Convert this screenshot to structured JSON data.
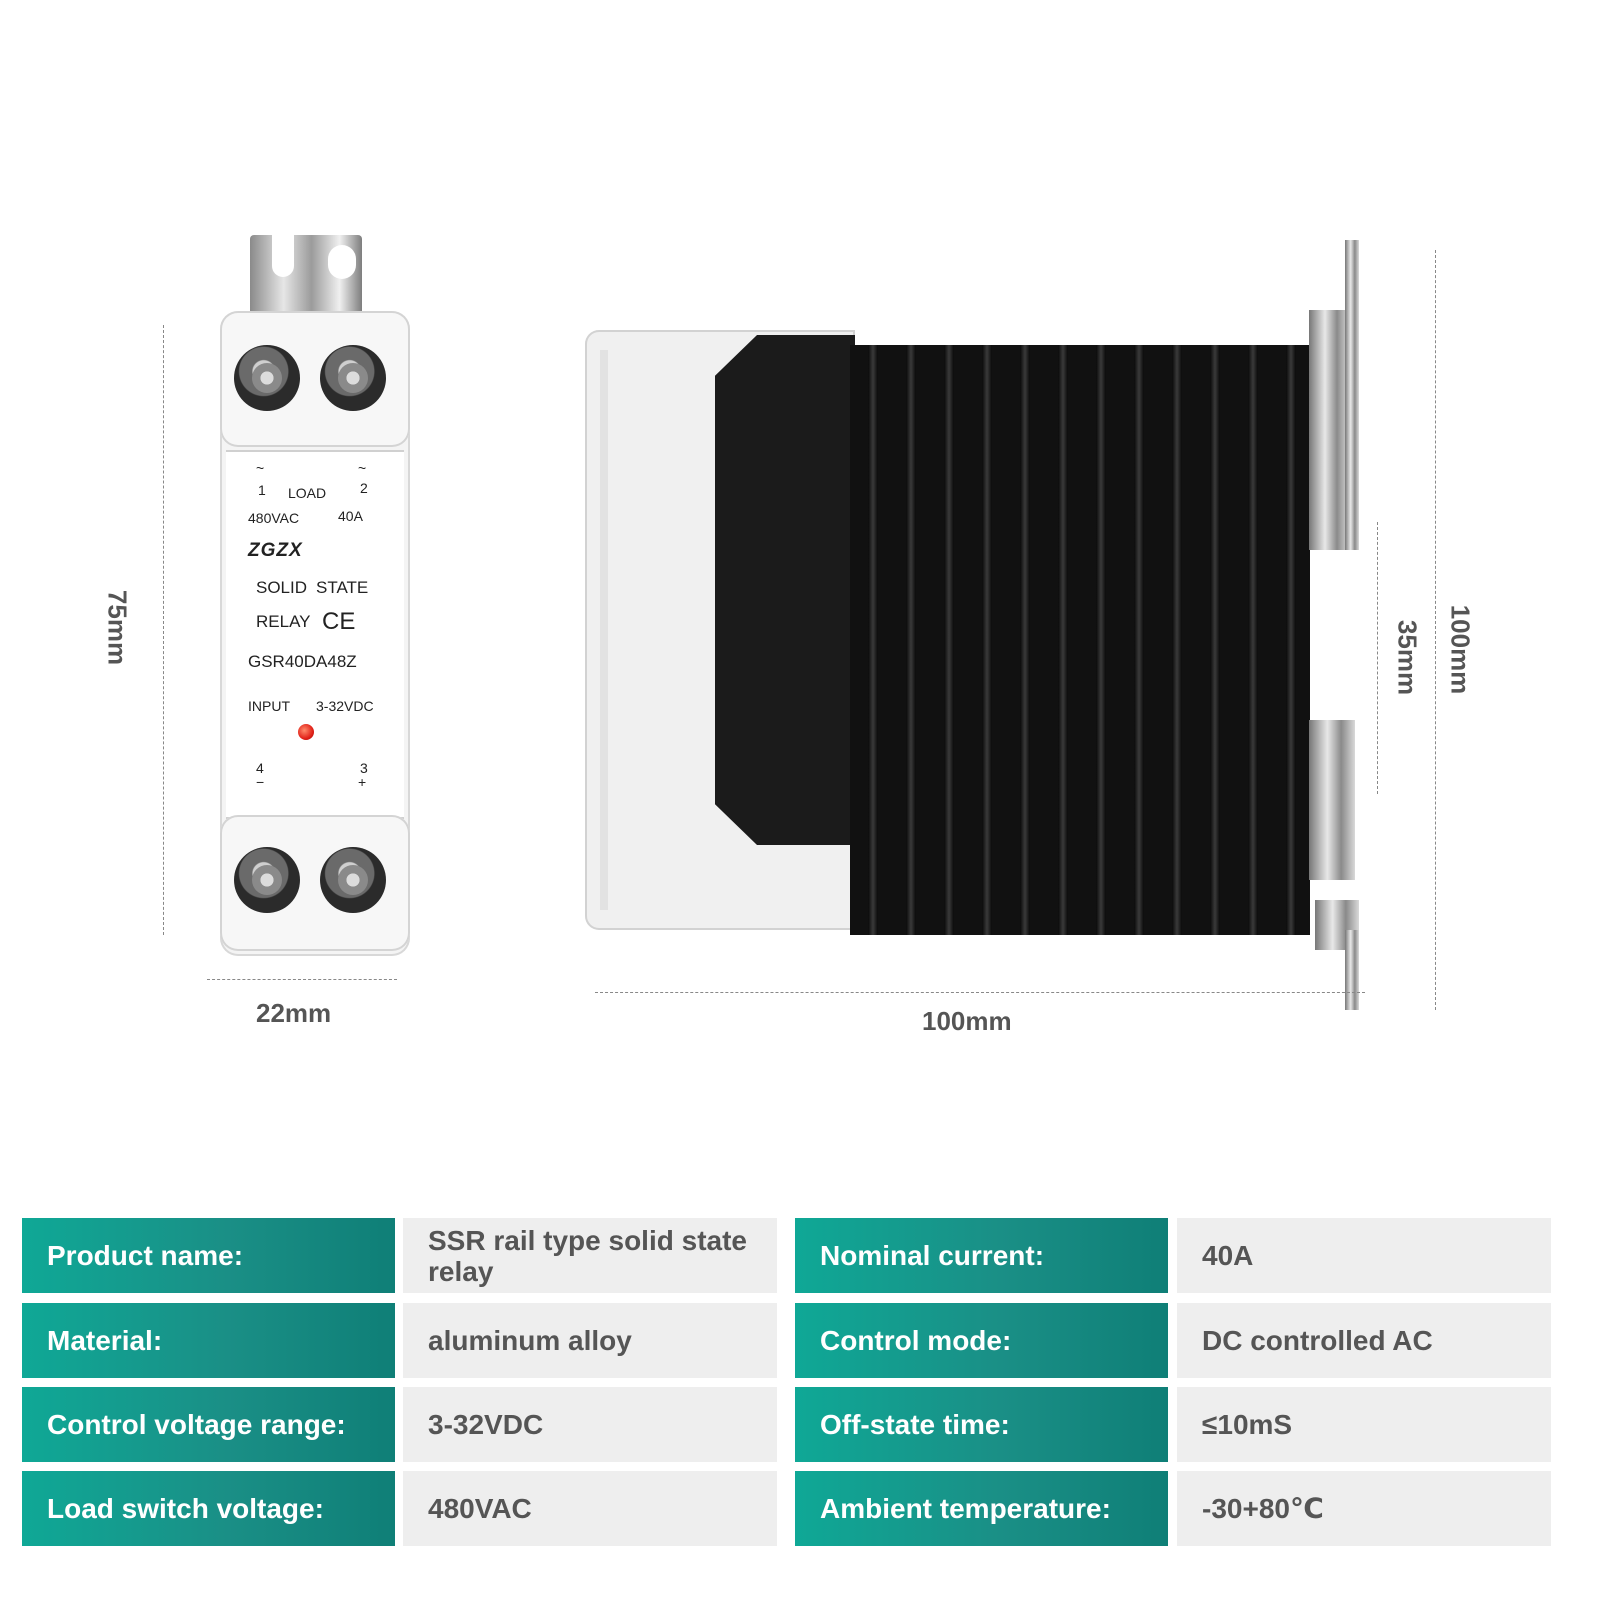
{
  "relay_label": {
    "load_left_symbol": "~",
    "load_left_num": "1",
    "load_text": "LOAD",
    "load_right_symbol": "~",
    "load_right_num": "2",
    "voltage": "480VAC",
    "current": "40A",
    "brand": "ZGZX",
    "line1_a": "SOLID",
    "line1_b": "STATE",
    "line2": "RELAY",
    "ce_mark": "CE",
    "model": "GSR40DA48Z",
    "input_text": "INPUT",
    "input_range": "3-32VDC",
    "term4_num": "4",
    "term4_sign": "−",
    "term3_num": "3",
    "term3_sign": "+"
  },
  "dimensions": {
    "front_height": "75mm",
    "front_width": "22mm",
    "side_width": "100mm",
    "side_height": "100mm",
    "rail_height": "35mm"
  },
  "specs": [
    {
      "label": "Product name:",
      "value": "SSR rail type solid state relay"
    },
    {
      "label": "Nominal current:",
      "value": "40A"
    },
    {
      "label": "Material:",
      "value": "aluminum alloy"
    },
    {
      "label": "Control mode:",
      "value": "DC controlled AC"
    },
    {
      "label": "Control voltage range:",
      "value": "3-32VDC"
    },
    {
      "label": "Off-state time:",
      "value": "≤10mS"
    },
    {
      "label": "Load switch voltage:",
      "value": "480VAC"
    },
    {
      "label": "Ambient temperature:",
      "value": "-30+80℃"
    }
  ],
  "colors": {
    "label_bg": "#139a8e",
    "value_bg": "#eeeeee",
    "led": "#e2231a"
  }
}
